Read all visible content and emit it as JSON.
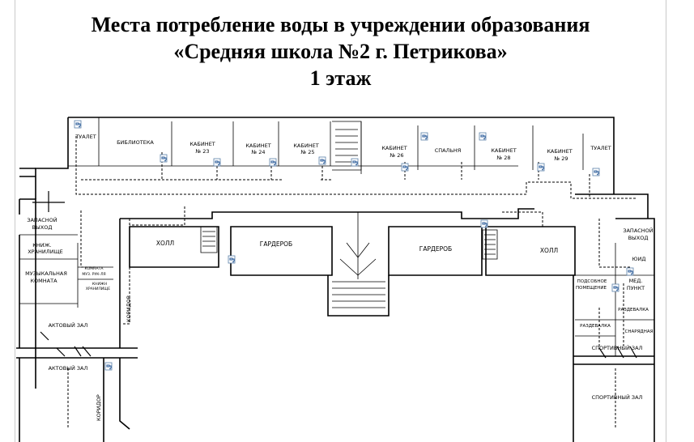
{
  "title": {
    "line1": "Места потребление воды в учреждении образования",
    "line2": "«Средняя школа №2 г. Петрикова»",
    "line3": "1 этаж"
  },
  "rooms": {
    "toilet_left": "ТУАЛЕТ",
    "library": "БИБЛИОТЕКА",
    "cab23_a": "КАБИНЕТ",
    "cab23_b": "№ 23",
    "cab24_a": "КАБИНЕТ",
    "cab24_b": "№ 24",
    "cab25_a": "КАБИНЕТ",
    "cab25_b": "№ 25",
    "cab26_a": "КАБИНЕТ",
    "cab26_b": "№ 26",
    "bedroom": "СПАЛЬНЯ",
    "cab28_a": "КАБИНЕТ",
    "cab28_b": "№ 28",
    "cab29_a": "КАБИНЕТ",
    "cab29_b": "№ 29",
    "toilet_right": "ТУАЛЕТ",
    "exit_left_a": "ЗАПАСНОЙ",
    "exit_left_b": "ВЫХОД",
    "book_a": "КНИЖ.",
    "book_b": "ХРАНИЛИЩЕ",
    "music_a": "МУЗЫКАЛЬНАЯ",
    "music_b": "КОМНАТА",
    "music_room_a": "КОМНАТА",
    "music_room_b": "МУЗ. РУК-ЛЯ",
    "book_small_a": "КНИЖН",
    "book_small_b": "ХРАНИЛИЩЕ",
    "hall_left": "ХОЛЛ",
    "cloak_left": "ГАРДЕРОБ",
    "corridor_left": "КОРИДОР",
    "assembly_top": "АКТОВЫЙ ЗАЛ",
    "assembly_bottom": "АКТОВЫЙ ЗАЛ",
    "corridor_bottom": "КОРИДОР",
    "cloak_right": "ГАРДЕРОБ",
    "hall_right": "ХОЛЛ",
    "exit_right_a": "ЗАПАСНОЙ",
    "exit_right_b": "ВЫХОД",
    "yuid": "ЮИД",
    "utility_a": "ПОДСОБНОЕ",
    "utility_b": "ПОМЕЩЕНИЕ",
    "med_a": "МЕД.",
    "med_b": "ПУНКТ",
    "locker1": "РАЗДЕВАЛКА",
    "locker2": "РАЗДЕВАЛКА",
    "equipment": "СНАРЯДНАЯ",
    "gym_top": "СПОРТИВНЫЙ ЗАЛ",
    "gym_bottom": "СПОРТИВНЫЙ ЗАЛ"
  },
  "water_point_icon": "faucet-icon"
}
